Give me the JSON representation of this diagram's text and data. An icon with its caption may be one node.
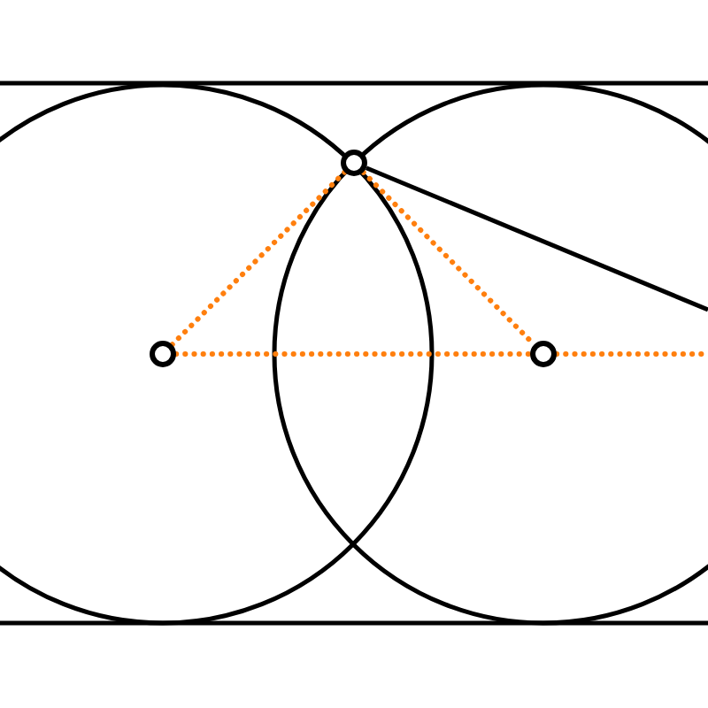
{
  "diagram": {
    "nodes": [
      {
        "text": [],
        "shape": "circle"
      },
      {
        "text": [],
        "shape": "circle"
      },
      {
        "text": [],
        "shape": "circle"
      }
    ],
    "edges": [
      {
        "from": 0,
        "to": 1,
        "arrow": "none",
        "style": "dashed",
        "color": "#ff7f0e"
      },
      {
        "from": 1,
        "to": 2,
        "arrow": "none",
        "style": "dashed",
        "color": "#ff7f0e"
      },
      {
        "from": 0,
        "to": 2,
        "arrow": "none",
        "style": "dashed",
        "color": "#ff7f0e"
      },
      {
        "from": 2,
        "to": null,
        "arrow": "none",
        "style": "dashed",
        "color": "#ff7f0e"
      },
      {
        "from": 1,
        "to": null,
        "arrow": "none",
        "color": "#000000"
      }
    ]
  }
}
